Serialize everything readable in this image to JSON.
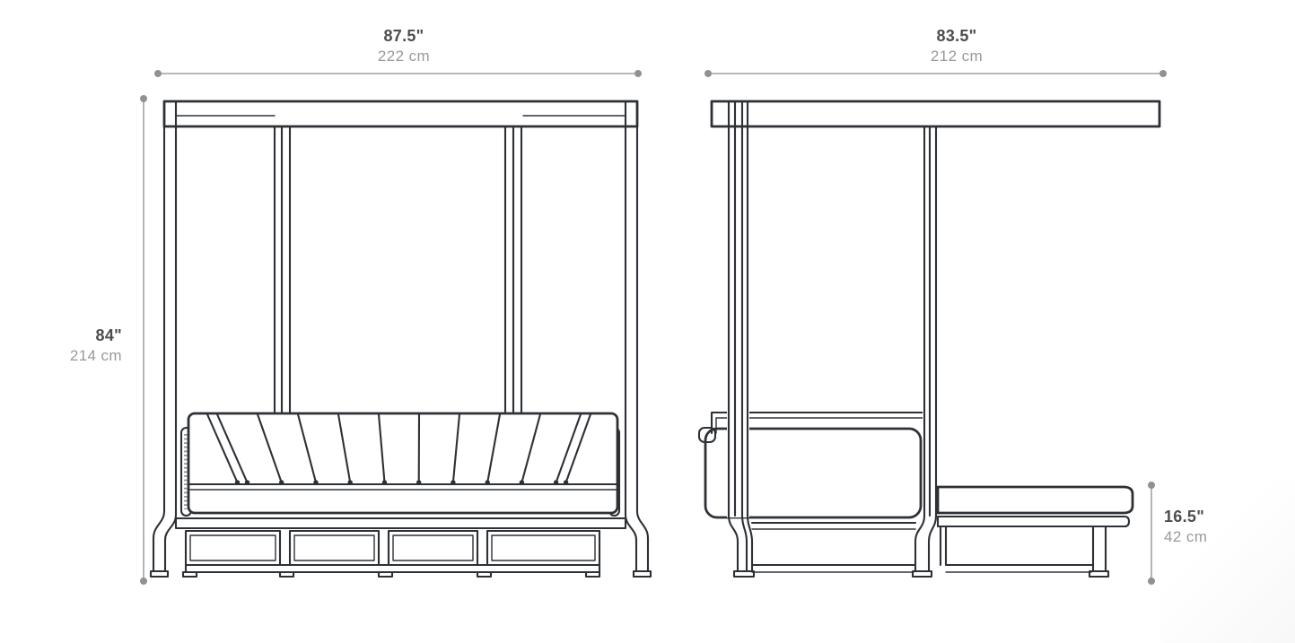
{
  "drawing": {
    "line_color": "#2d3136",
    "dimension_line_color": "#9fa1a3",
    "label_primary_color": "#4b4d50",
    "label_secondary_color": "#97999c",
    "cushion_fill_color": "#eaeaea"
  },
  "dimensions": {
    "width": {
      "imperial": "87.5\"",
      "metric": "222 cm"
    },
    "height": {
      "imperial": "84\"",
      "metric": "214 cm"
    },
    "depth": {
      "imperial": "83.5\"",
      "metric": "212 cm"
    },
    "seat_height": {
      "imperial": "16.5\"",
      "metric": "42 cm"
    }
  }
}
